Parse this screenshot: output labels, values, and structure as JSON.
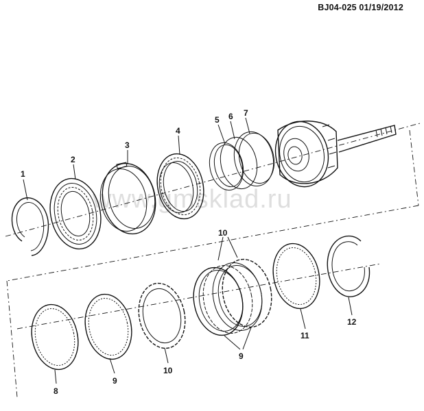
{
  "doc_id": "BJ04-025  01/19/2012",
  "watermark": "www.gmsklad.ru",
  "callouts": {
    "c1": "1",
    "c2": "2",
    "c3": "3",
    "c4": "4",
    "c5": "5",
    "c6": "6",
    "c7": "7",
    "c8": "8",
    "c9a": "9",
    "c9b": "9",
    "c10a": "10",
    "c10b": "10",
    "c11": "11",
    "c12": "12"
  },
  "colors": {
    "ink": "#111111",
    "background": "#ffffff",
    "watermark": "#dddddd"
  }
}
